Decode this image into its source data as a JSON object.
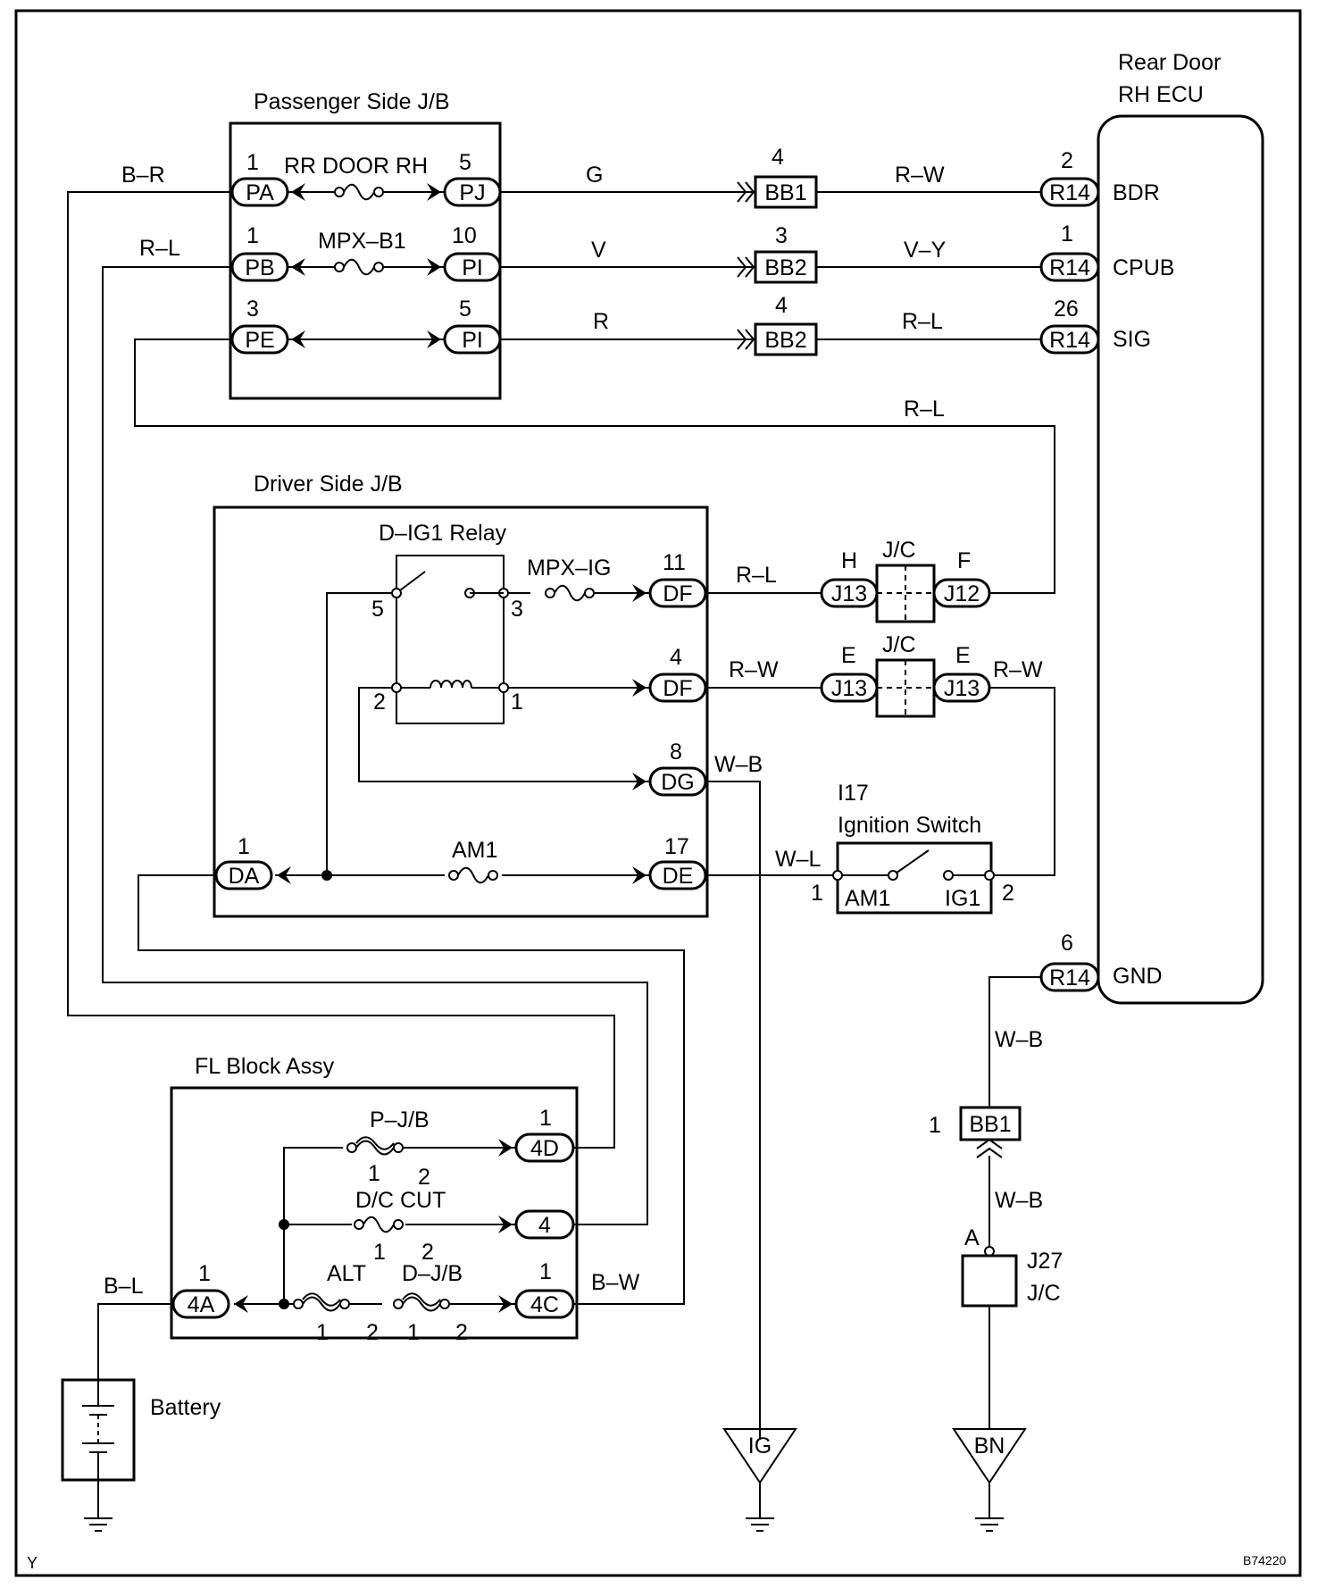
{
  "components": {
    "passenger_jb": "Passenger Side J/B",
    "driver_jb": "Driver Side J/B",
    "ecu_line1": "Rear Door",
    "ecu_line2": "RH ECU",
    "relay": "D–IG1 Relay",
    "fl_block": "FL Block Assy",
    "battery": "Battery",
    "ign_id": "I17",
    "ign_name": "Ignition Switch",
    "jc_label": "J/C",
    "j27": "J27",
    "corner_letter": "Y",
    "figure_code": "B74220"
  },
  "fuses": {
    "rr_door_rh": "RR DOOR RH",
    "mpx_b1": "MPX–B1",
    "mpx_ig": "MPX–IG",
    "am1": "AM1",
    "p_jb": "P–J/B",
    "dc_cut": "D/C CUT",
    "alt": "ALT",
    "d_jb": "D–J/B"
  },
  "connectors": {
    "PA": "PA",
    "PB": "PB",
    "PE": "PE",
    "PJ": "PJ",
    "PI": "PI",
    "BB1": "BB1",
    "BB2": "BB2",
    "R14": "R14",
    "DF": "DF",
    "DG": "DG",
    "DE": "DE",
    "DA": "DA",
    "J13": "J13",
    "J12": "J12",
    "J27": "J27",
    "4D": "4D",
    "4": "4",
    "4C": "4C",
    "4A": "4A",
    "IG": "IG",
    "BN": "BN"
  },
  "ecu_terminals": {
    "bdr": "BDR",
    "cpub": "CPUB",
    "sig": "SIG",
    "gnd": "GND"
  },
  "switch_terminals": {
    "am1": "AM1",
    "ig1": "IG1"
  },
  "wire_colors": {
    "b_r": "B–R",
    "r_l": "R–L",
    "g": "G",
    "v": "V",
    "r": "R",
    "r_w": "R–W",
    "v_y": "V–Y",
    "w_b": "W–B",
    "w_l": "W–L",
    "b_w": "B–W",
    "b_l": "B–L"
  },
  "pins": {
    "p1": "1",
    "p2": "2",
    "p3": "3",
    "p4": "4",
    "p5": "5",
    "p6": "6",
    "p8": "8",
    "p10": "10",
    "p11": "11",
    "p17": "17",
    "p26": "26",
    "H": "H",
    "F": "F",
    "E": "E",
    "A": "A"
  }
}
